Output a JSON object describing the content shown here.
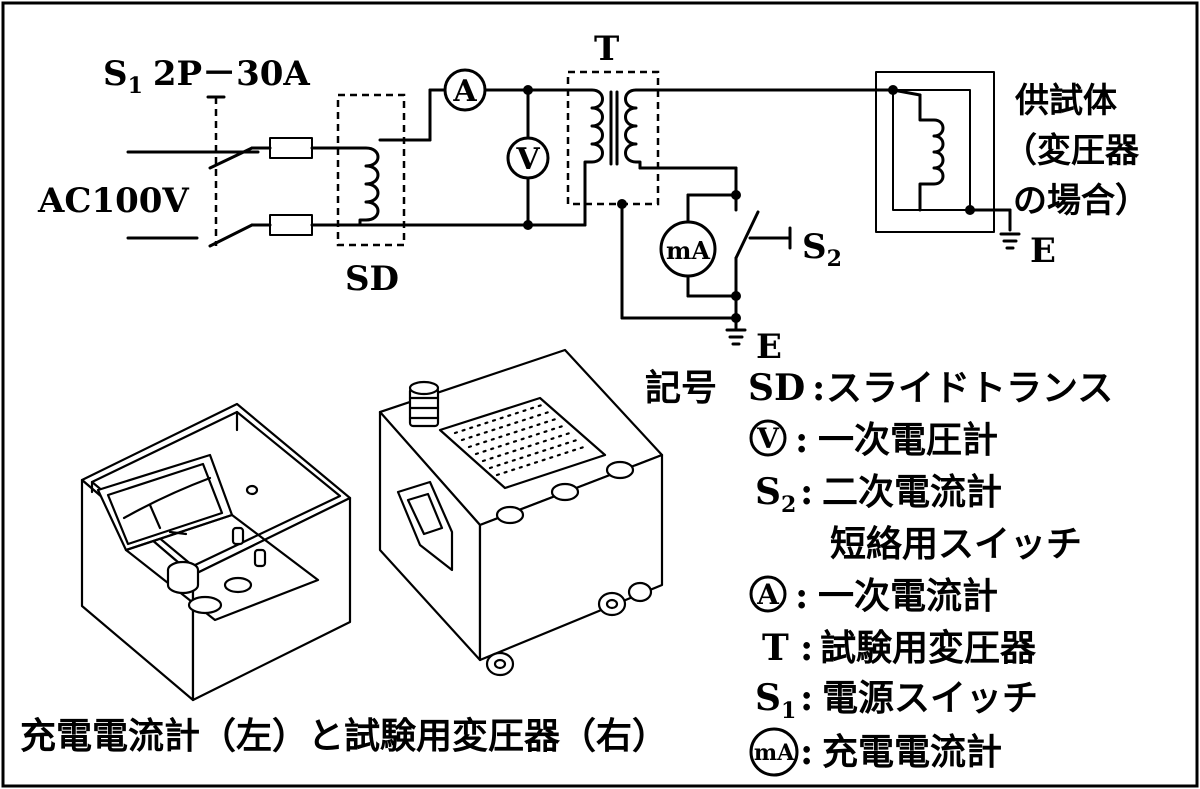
{
  "circuit": {
    "switch1_label": "S",
    "switch1_sub": "1",
    "switch1_rating": "2P－30A",
    "source_label": "AC100V",
    "slide_transformer_label": "SD",
    "transformer_label": "T",
    "ammeter_symbol": "A",
    "voltmeter_symbol": "V",
    "milliammeter_symbol": "mA",
    "switch2_label": "S",
    "switch2_sub": "2",
    "ground_label_1": "E",
    "ground_label_2": "E",
    "specimen_label_1": "供試体",
    "specimen_label_2": "（変圧器",
    "specimen_label_3": "の場合）"
  },
  "legend": {
    "title": "記号",
    "items": [
      {
        "symbol": "SD",
        "desc": "スライドトランス"
      },
      {
        "symbol": "V",
        "desc": "一次電圧計"
      },
      {
        "symbol": "S",
        "symbol_sub": "2",
        "desc": "二次電流計"
      },
      {
        "symbol": "",
        "desc": "短絡用スイッチ"
      },
      {
        "symbol": "A",
        "desc": "一次電流計"
      },
      {
        "symbol": "T",
        "desc": "試験用変圧器"
      },
      {
        "symbol": "S",
        "symbol_sub": "1",
        "desc": "電源スイッチ"
      },
      {
        "symbol": "mA",
        "desc": "充電電流計"
      }
    ]
  },
  "caption": "充電電流計（左）と試験用変圧器（右）"
}
